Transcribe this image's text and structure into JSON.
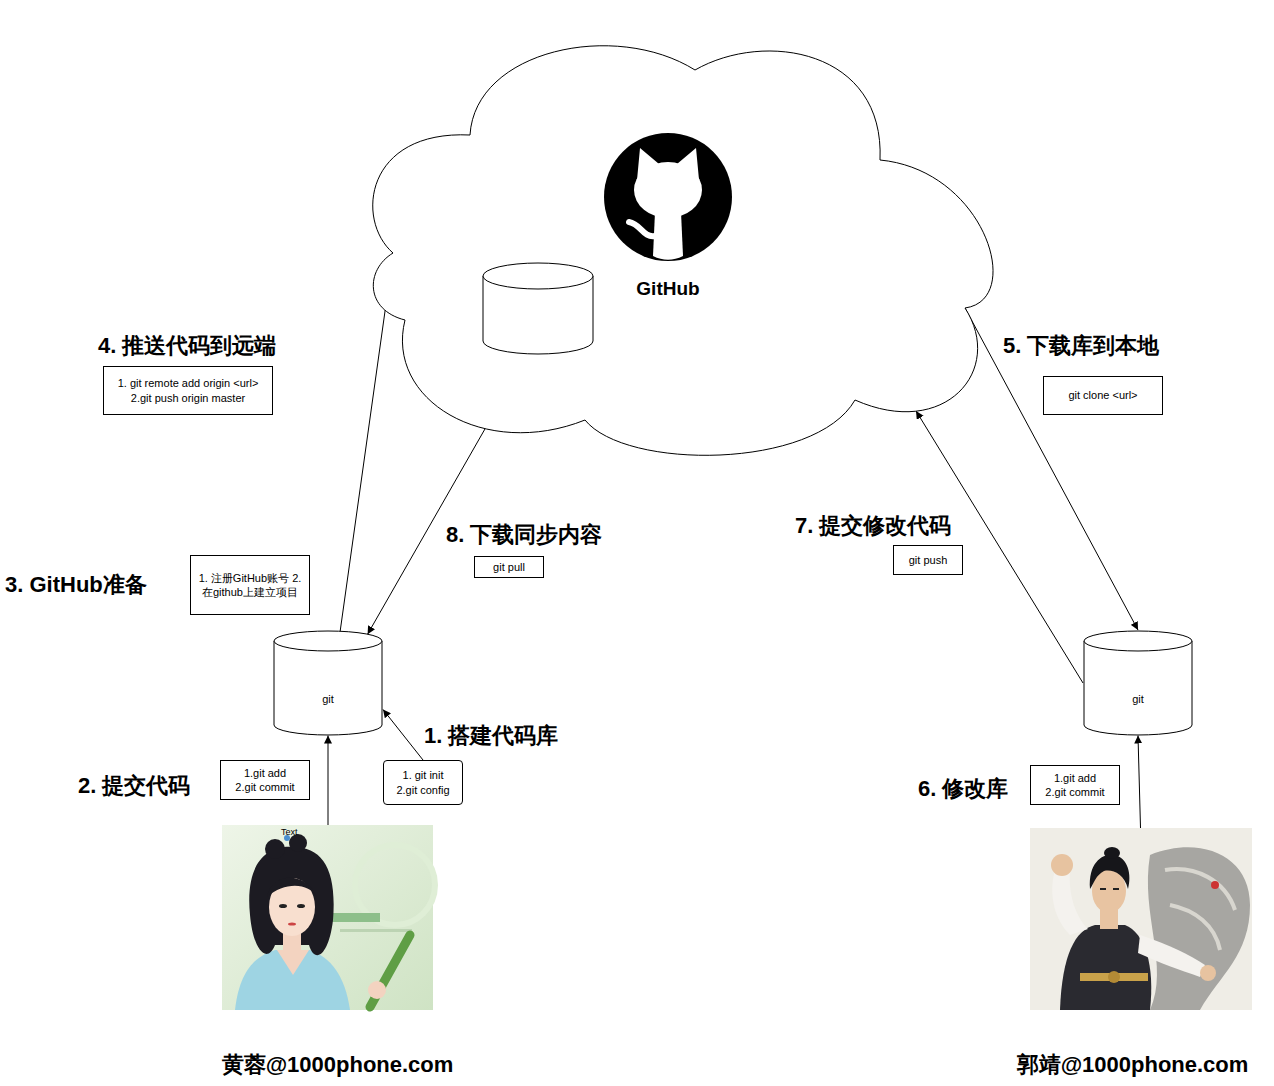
{
  "diagram": {
    "nodes": [
      {
        "text": [
          "GitHub"
        ]
      },
      {
        "text": [
          "1. git remote add origin <url> 2.git push origin master"
        ]
      },
      {
        "text": [
          "git clone <url>"
        ]
      },
      {
        "text": [
          "git push"
        ]
      },
      {
        "text": [
          "git pull"
        ]
      },
      {
        "text": [
          "1. 注册GitHub账号 2.在github上建立项目"
        ]
      },
      {
        "text": [
          "git"
        ]
      },
      {
        "text": [
          "git"
        ]
      },
      {
        "text": [
          "1.git add 2.git commit"
        ]
      },
      {
        "text": [
          "1. git init 2.git config"
        ]
      },
      {
        "text": [
          "1.git add 2.git commit"
        ]
      },
      {
        "text": [
          "黄蓉@1000phone.com"
        ]
      },
      {
        "text": [
          "郭靖@1000phone.com"
        ]
      }
    ],
    "edges": [
      {
        "from": 6,
        "to": 0,
        "arrow": "to"
      },
      {
        "from": 0,
        "to": 6,
        "arrow": "to"
      },
      {
        "from": 0,
        "to": 7,
        "arrow": "to"
      },
      {
        "from": 7,
        "to": 0,
        "arrow": "to"
      },
      {
        "from": 9,
        "to": 6,
        "arrow": "to"
      },
      {
        "from": 11,
        "to": 6,
        "arrow": "to"
      },
      {
        "from": 12,
        "to": 7,
        "arrow": "to"
      }
    ],
    "labels": [
      "4. 推送代码到远端",
      "5. 下载库到本地",
      "8. 下载同步内容",
      "7. 提交修改代码",
      "3. GitHub准备",
      "1. 搭建代码库",
      "2. 提交代码",
      "6. 修改库",
      "Text"
    ]
  }
}
